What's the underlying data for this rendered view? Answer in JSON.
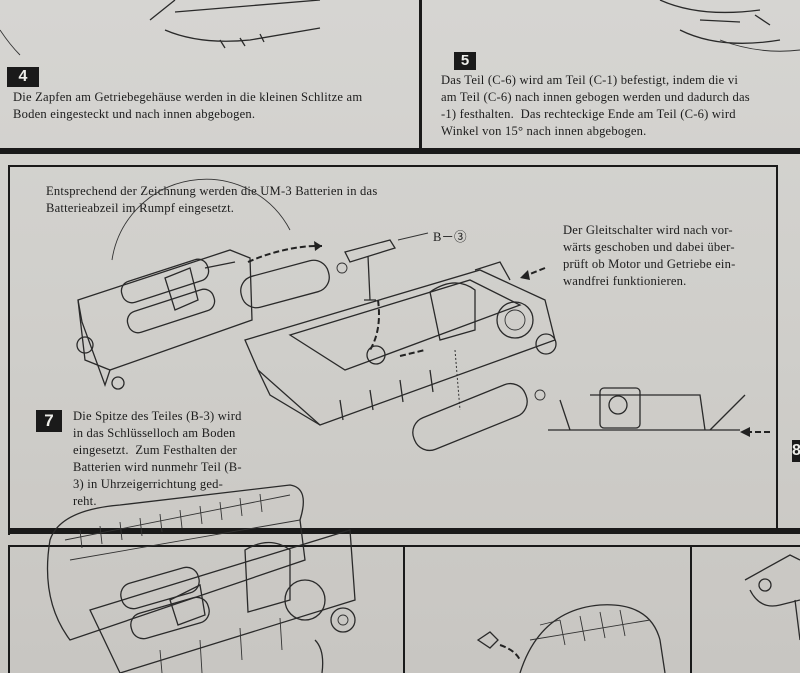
{
  "step4": {
    "number": "4",
    "text": "Die Zapfen am Getriebegehäuse werden in die kleinen Schlitze am\nBoden eingesteckt und nach innen abgebogen."
  },
  "step5": {
    "number": "5",
    "text": "Das Teil (C-6) wird am Teil (C-1) befestigt, indem die vi\nam Teil (C-6) nach innen gebogen werden und dadurch das\n-1) festhalten.  Das rechteckige Ende am Teil (C-6) wird\nWinkel von 15° nach innen abgebogen."
  },
  "step6": {
    "intro": "Entsprechend der Zeichnung werden die UM-3 Batterien in das\nBatterieabzeil im Rumpf eingesetzt.",
    "part_label": "B－③",
    "switch_note": "Der Gleitschalter wird nach vor-\nwärts geschoben und dabei über-\nprüft ob Motor und Getriebe ein-\nwandfrei funktionieren."
  },
  "step7": {
    "number": "7",
    "text": "Die Spitze des Teiles (B-3) wird\nin das Schlüsselloch am Boden\neingesetzt.  Zum Festhalten der\nBatterien wird nunmehr Teil (B-\n3) in Uhrzeigerrichtung ged-\nreht."
  },
  "step8": {
    "number": "8"
  },
  "colors": {
    "paper": "#d2d1cd",
    "ink": "#1a1a1a"
  }
}
